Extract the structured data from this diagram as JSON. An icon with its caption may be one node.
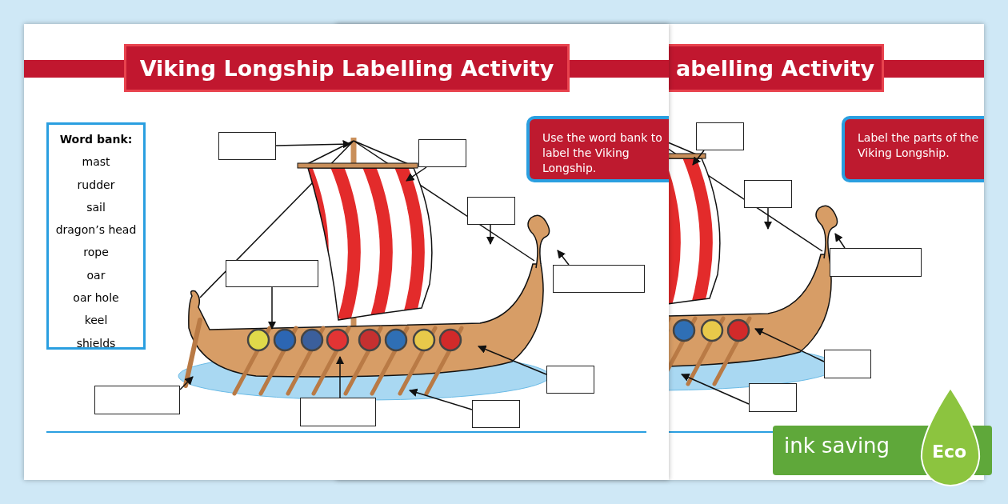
{
  "diagram": {
    "nodes": [
      {
        "text": [
          "Viking Longship Labelling Activity"
        ]
      },
      {
        "text": [
          "Word bank:",
          "mast",
          "rudder",
          "sail",
          "dragon’s head",
          "rope",
          "oar",
          "oar hole",
          "keel",
          "shields"
        ]
      },
      {
        "text": [
          "Use the word bank to label the Viking Longship."
        ]
      },
      {
        "text": [],
        "shape": "box"
      },
      {
        "text": [],
        "shape": "box"
      },
      {
        "text": [],
        "shape": "box"
      },
      {
        "text": [],
        "shape": "box"
      },
      {
        "text": [],
        "shape": "box"
      },
      {
        "text": [],
        "shape": "box"
      },
      {
        "text": [],
        "shape": "box"
      },
      {
        "text": [],
        "shape": "box"
      },
      {
        "text": [],
        "shape": "box"
      },
      {
        "text": [
          "abelling Activity"
        ]
      },
      {
        "text": [
          "Label the parts of the Viking Longship."
        ]
      },
      {
        "text": [],
        "shape": "box"
      },
      {
        "text": [],
        "shape": "box"
      },
      {
        "text": [],
        "shape": "box"
      },
      {
        "text": [],
        "shape": "box"
      },
      {
        "text": [],
        "shape": "box"
      }
    ],
    "edges": [
      {
        "from": 3,
        "to": null,
        "arrow": "to"
      },
      {
        "from": 4,
        "to": null,
        "arrow": "to"
      },
      {
        "from": 5,
        "to": null,
        "arrow": "to"
      },
      {
        "from": 6,
        "to": null,
        "arrow": "to"
      },
      {
        "from": 7,
        "to": null,
        "arrow": "to"
      },
      {
        "from": 8,
        "to": null,
        "arrow": "to"
      },
      {
        "from": 9,
        "to": null,
        "arrow": "to"
      },
      {
        "from": 10,
        "to": null,
        "arrow": "to"
      },
      {
        "from": 11,
        "to": null,
        "arrow": "to"
      },
      {
        "from": 14,
        "to": null,
        "arrow": "to"
      },
      {
        "from": 15,
        "to": null,
        "arrow": "to"
      },
      {
        "from": 16,
        "to": null,
        "arrow": "to"
      },
      {
        "from": 17,
        "to": null,
        "arrow": "to"
      },
      {
        "from": 18,
        "to": null,
        "arrow": "to"
      }
    ],
    "labels": [
      "ink saving",
      "Eco"
    ]
  }
}
